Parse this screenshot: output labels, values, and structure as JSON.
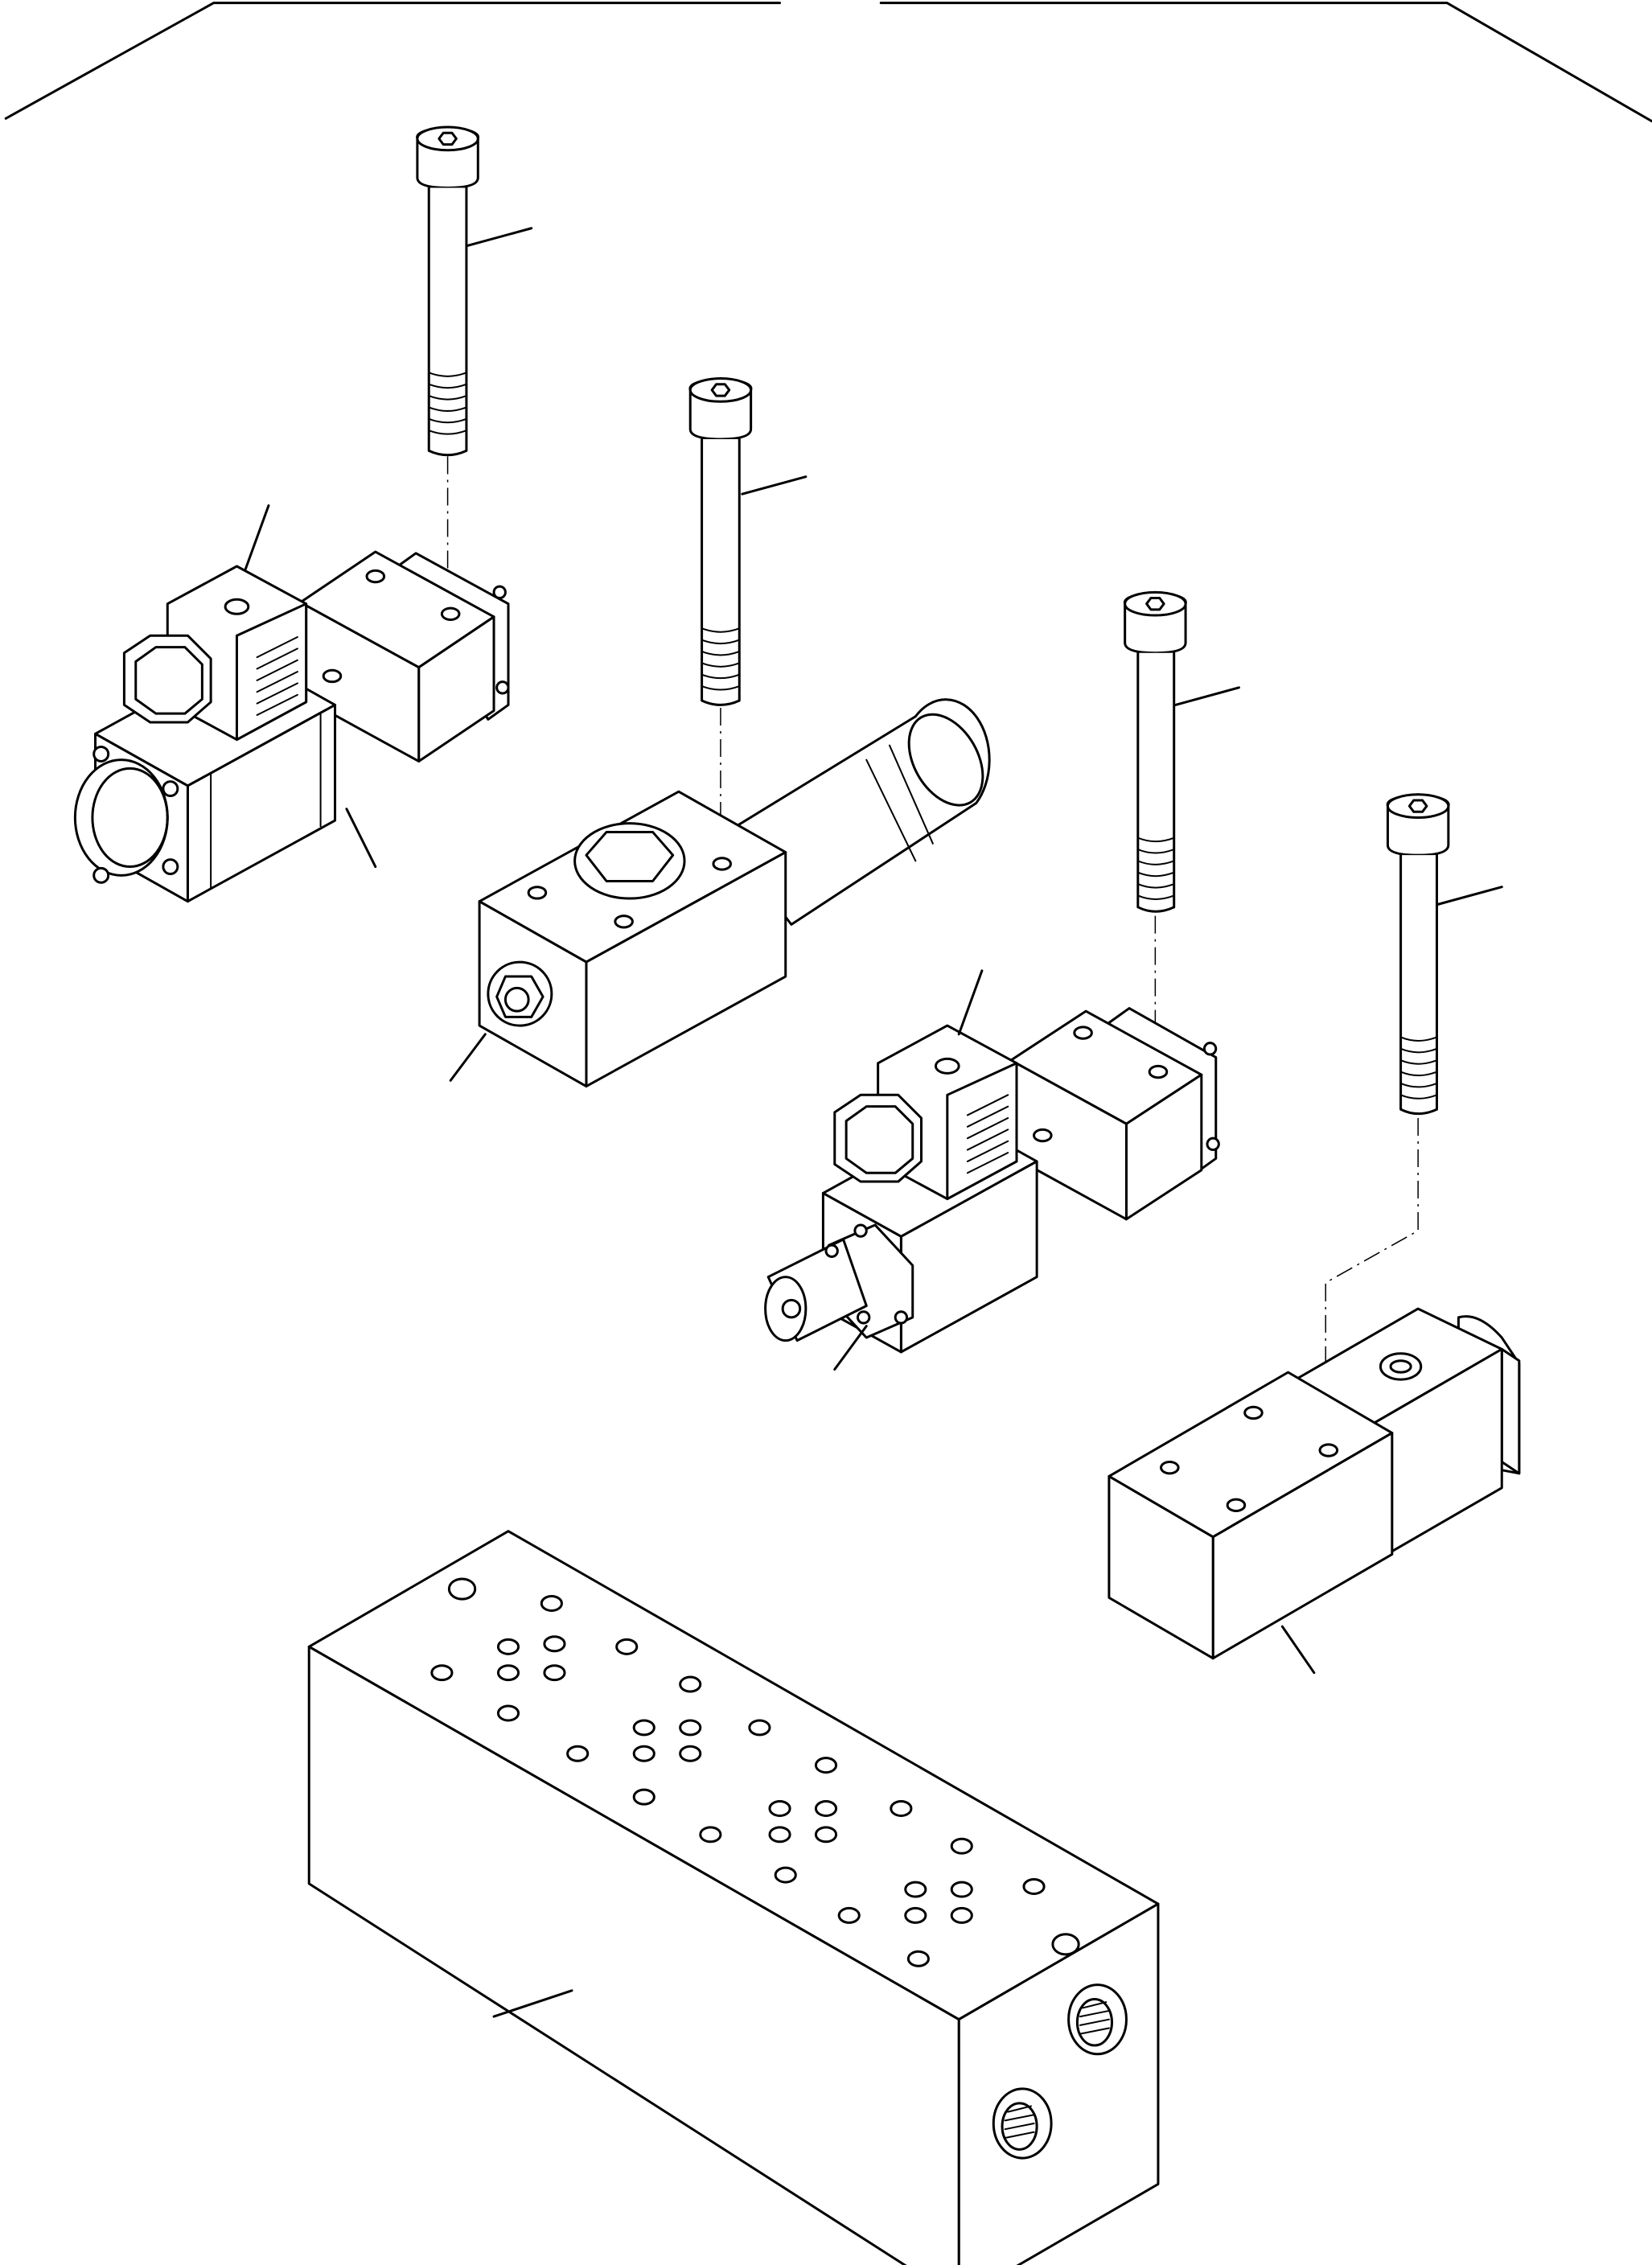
{
  "drawing": {
    "kind": "exploded-parts-view",
    "colors": {
      "line": "#000000",
      "paper": "#ffffff"
    },
    "parts": [
      {
        "id": "cap-screw",
        "count": 4
      },
      {
        "id": "solenoid-valve",
        "count": 2
      },
      {
        "id": "valve-block-with-cylindrical-solenoid",
        "count": 1
      },
      {
        "id": "valve-cartridge-block",
        "count": 1
      },
      {
        "id": "manifold-block",
        "count": 1
      }
    ],
    "leader_lines": 13,
    "callout_numbers_printed": false
  }
}
